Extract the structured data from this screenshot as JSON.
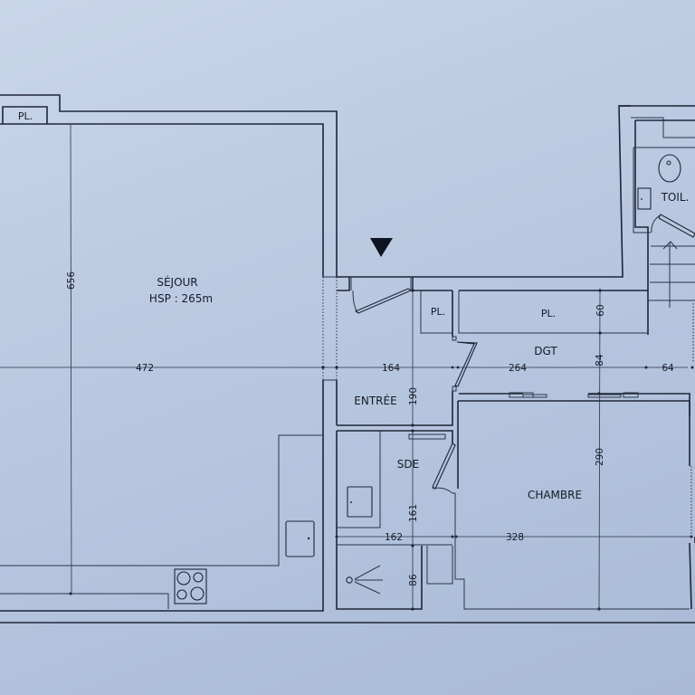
{
  "plan": {
    "entry_marker": "entry-arrow",
    "rooms": {
      "sejour": {
        "name": "SÉJOUR",
        "ceiling": "HSP : 265m"
      },
      "entree": {
        "name": "ENTRÉE"
      },
      "dgt": {
        "name": "DGT"
      },
      "sde": {
        "name": "SDE"
      },
      "chambre": {
        "name": "CHAMBRE"
      },
      "toil": {
        "name": "TOIL."
      },
      "placard_sejour": {
        "name": "PL."
      },
      "placard_entree": {
        "name": "PL."
      },
      "placard_dgt": {
        "name": "PL."
      }
    },
    "dimensions": {
      "sejour_height": "656",
      "sejour_width": "472",
      "entree_width": "164",
      "entree_height": "190",
      "dgt_width": "264",
      "dgt_height": "84",
      "placard_depth": "60",
      "stair_width": "64",
      "chambre_height": "290",
      "chambre_width": "328",
      "sde_width": "162",
      "sde_height": "161",
      "shower_height": "86"
    }
  }
}
